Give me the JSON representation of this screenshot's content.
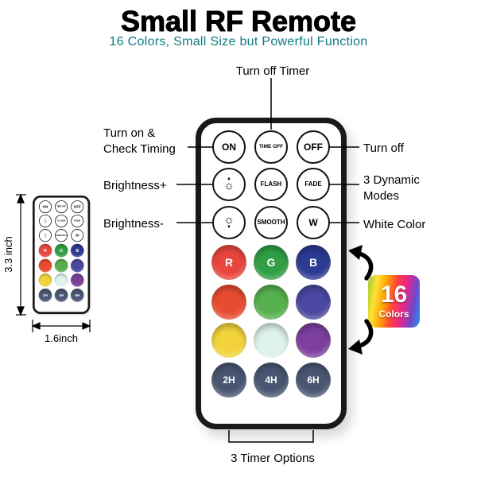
{
  "header": {
    "title": "Small RF Remote",
    "subtitle": "16 Colors, Small Size but Powerful Function",
    "subtitle_color": "#0e7b80"
  },
  "callouts": {
    "turn_off_timer": "Turn off Timer",
    "turn_on_check": [
      "Turn on &",
      "Check Timing"
    ],
    "brightness_plus": "Brightness+",
    "brightness_minus": "Brightness-",
    "turn_off": "Turn off",
    "dynamic_modes": [
      "3 Dynamic",
      "Modes"
    ],
    "white_color": "White Color",
    "timer_options": "3 Timer Options"
  },
  "dimensions": {
    "height_label": "3.3 inch",
    "width_label": "1.6inch"
  },
  "badge": {
    "number": "16",
    "label": "Colors",
    "gradient": [
      "#9acd32",
      "#ffe135",
      "#ffa200",
      "#ff4040",
      "#e9268c",
      "#7048c8",
      "#2196f3"
    ]
  },
  "icons": {
    "brightness_gear": "☼",
    "up_arrow": "▲",
    "down_arrow": "▼"
  },
  "remote": {
    "rows": [
      {
        "buttons": [
          {
            "label": "ON"
          },
          {
            "label": "TIME OFF"
          },
          {
            "label": "OFF"
          }
        ]
      },
      {
        "buttons": [
          {
            "icon": "brightness-up"
          },
          {
            "label": "FLASH"
          },
          {
            "label": "FADE"
          }
        ]
      },
      {
        "buttons": [
          {
            "icon": "brightness-down"
          },
          {
            "label": "SMOOTH"
          },
          {
            "label": "W"
          }
        ]
      },
      {
        "buttons": [
          {
            "label": "R",
            "color": "#e8463c"
          },
          {
            "label": "G",
            "color": "#2f9e44"
          },
          {
            "label": "B",
            "color": "#2b3a92"
          }
        ]
      },
      {
        "buttons": [
          {
            "color": "#e84c30"
          },
          {
            "color": "#57b04e"
          },
          {
            "color": "#4a48a0"
          }
        ]
      },
      {
        "buttons": [
          {
            "color": "#f2d33c"
          },
          {
            "color": "#ddf2ec"
          },
          {
            "color": "#7c3f9e"
          }
        ]
      },
      {
        "buttons": [
          {
            "label": "2H",
            "color": "#485672"
          },
          {
            "label": "4H",
            "color": "#485672"
          },
          {
            "label": "6H",
            "color": "#485672"
          }
        ]
      }
    ]
  }
}
